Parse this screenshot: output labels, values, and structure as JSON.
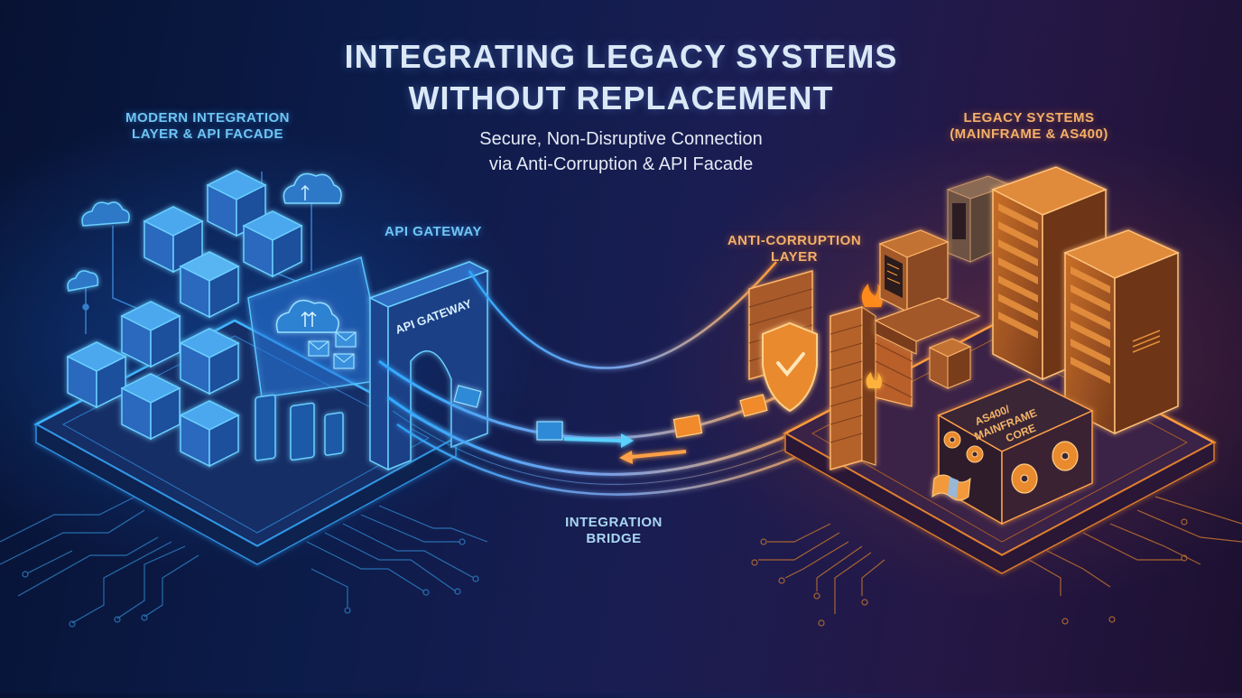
{
  "header": {
    "title_line1": "INTEGRATING LEGACY SYSTEMS",
    "title_line2": "WITHOUT REPLACEMENT",
    "subtitle_line1": "Secure, Non-Disruptive Connection",
    "subtitle_line2": "via Anti-Corruption & API Facade"
  },
  "left": {
    "label_line1": "MODERN INTEGRATION",
    "label_line2": "LAYER & API FACADE",
    "color": "#3aa8f5",
    "icons": [
      "cube-cluster",
      "cloud-icon",
      "cloud-upload-icon",
      "envelope-icon",
      "tablet-icon",
      "phone-icon"
    ]
  },
  "gateway": {
    "label": "API GATEWAY",
    "arch_text": "API GATEWAY"
  },
  "bridge": {
    "label_line1": "INTEGRATION",
    "label_line2": "BRIDGE",
    "flow_right": "arrow-right-icon",
    "flow_left": "arrow-left-icon"
  },
  "acl": {
    "label_line1": "ANTI-CORRUPTION",
    "label_line2": "LAYER",
    "icons": [
      "shield-check-icon",
      "brick-wall-icon",
      "fire-icon"
    ]
  },
  "right": {
    "label_line1": "LEGACY SYSTEMS",
    "label_line2": "(MAINFRAME & AS400)",
    "color": "#f59a3a",
    "core_line1": "AS400/",
    "core_line2": "MAINFRAME",
    "core_line3": "CORE",
    "icons": [
      "terminal-icon",
      "server-rack-icon",
      "gear-icon",
      "tape-reel-icon",
      "punch-tape-icon"
    ]
  },
  "colors": {
    "bg_left": "#071233",
    "bg_right": "#1c1030",
    "blue_glow": "#38b6ff",
    "orange_glow": "#ff9a2e",
    "title": "#dbe8f7"
  }
}
